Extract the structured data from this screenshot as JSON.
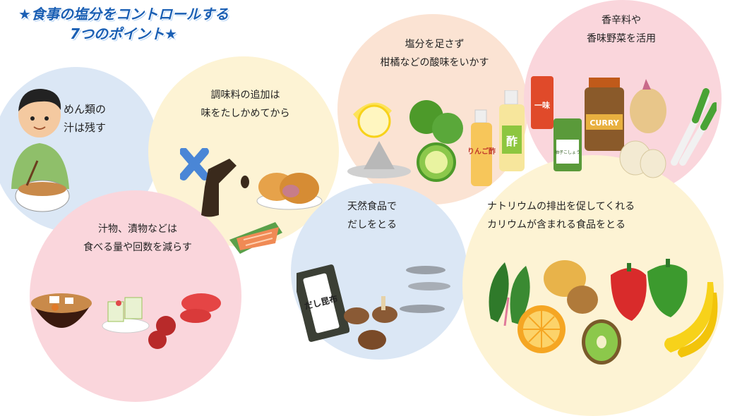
{
  "title": {
    "line1": "★食事の塩分をコントロールする",
    "line2": "7つのポイント★"
  },
  "points": [
    {
      "line1": "めん類の",
      "line2": "汁は残す"
    },
    {
      "line1": "汁物、漬物などは",
      "line2": "食べる量や回数を減らす"
    },
    {
      "line1": "調味料の追加は",
      "line2": "味をたしかめてから"
    },
    {
      "line1": "塩分を足さず",
      "line2": "柑橘などの酸味をいかす"
    },
    {
      "line1": "天然食品で",
      "line2": "だしをとる"
    },
    {
      "line1": "香辛料や",
      "line2": "香味野菜を活用"
    },
    {
      "line1": "ナトリウムの排出を促してくれる",
      "line2": "カリウムが含まれる食品をとる"
    }
  ],
  "labels": {
    "apple_vinegar": "りんご酢",
    "vinegar": "酢",
    "ichimi": "一味",
    "yuzu_kosho": "柚子こしょう",
    "curry": "CURRY",
    "dashi_kombu": "だし昆布"
  },
  "colors": {
    "blue_circle": "#dbe7f5",
    "pink_circle": "#fad6dc",
    "peach_circle": "#fbe3d3",
    "cream_circle": "#fdf3d4",
    "title": "#1a5fb4"
  },
  "icons": [
    "noodle-eater",
    "soy-sauce-cross",
    "croquette",
    "salmon",
    "lemon",
    "sudachi",
    "vinegar-bottles",
    "spice-jars",
    "ginger",
    "garlic",
    "green-onion",
    "miso-soup",
    "pickles",
    "mentaiko",
    "kombu",
    "shiitake",
    "niboshi",
    "spinach",
    "potato",
    "orange",
    "kiwi",
    "paprika",
    "banana"
  ]
}
